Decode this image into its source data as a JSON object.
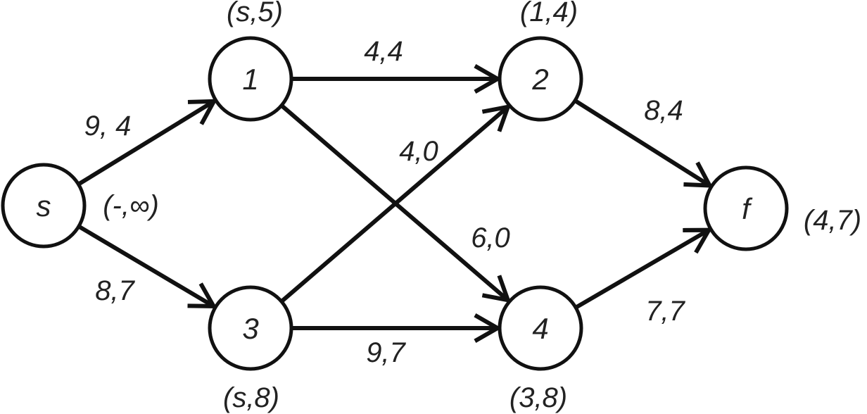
{
  "colors": {
    "stroke": "#111111",
    "text": "#222222",
    "background": "#ffffff"
  },
  "nodes": [
    {
      "id": "s",
      "label": "s",
      "mark": "(-,∞)"
    },
    {
      "id": "1",
      "label": "1",
      "mark": "(s,5)"
    },
    {
      "id": "2",
      "label": "2",
      "mark": "(1,4)"
    },
    {
      "id": "3",
      "label": "3",
      "mark": "(s,8)"
    },
    {
      "id": "4",
      "label": "4",
      "mark": "(3,8)"
    },
    {
      "id": "f",
      "label": "f",
      "mark": "(4,7)"
    }
  ],
  "edges": [
    {
      "from": "s",
      "to": "1",
      "label": "9, 4"
    },
    {
      "from": "s",
      "to": "3",
      "label": "8,7"
    },
    {
      "from": "1",
      "to": "2",
      "label": "4,4"
    },
    {
      "from": "3",
      "to": "2",
      "label": "4,0"
    },
    {
      "from": "1",
      "to": "4",
      "label": "6,0"
    },
    {
      "from": "3",
      "to": "4",
      "label": "9,7"
    },
    {
      "from": "2",
      "to": "f",
      "label": "8,4"
    },
    {
      "from": "4",
      "to": "f",
      "label": "7,7"
    }
  ]
}
